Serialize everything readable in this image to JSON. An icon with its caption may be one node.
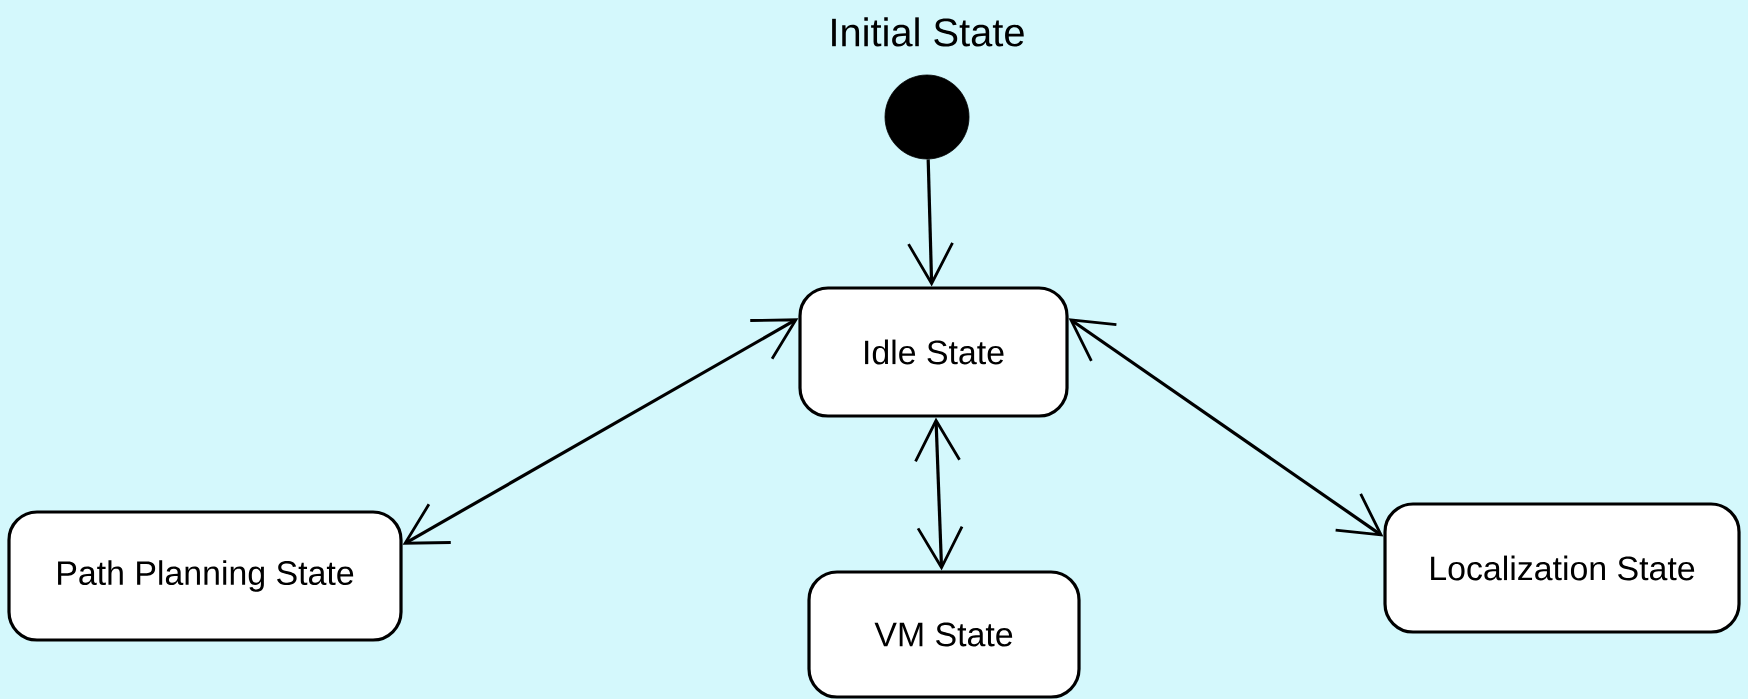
{
  "diagram": {
    "nodes": [
      {
        "text": [
          "Initial State"
        ]
      },
      {
        "text": [
          "Idle State"
        ]
      },
      {
        "text": [
          "Path Planning State"
        ]
      },
      {
        "text": [
          "VM State"
        ]
      },
      {
        "text": [
          "Localization State"
        ]
      }
    ],
    "edges": [
      {
        "from": 0,
        "to": 1,
        "arrow": "to"
      },
      {
        "from": 1,
        "to": 2,
        "arrow": "both"
      },
      {
        "from": 1,
        "to": 3,
        "arrow": "both"
      },
      {
        "from": 1,
        "to": 4,
        "arrow": "both"
      }
    ]
  }
}
